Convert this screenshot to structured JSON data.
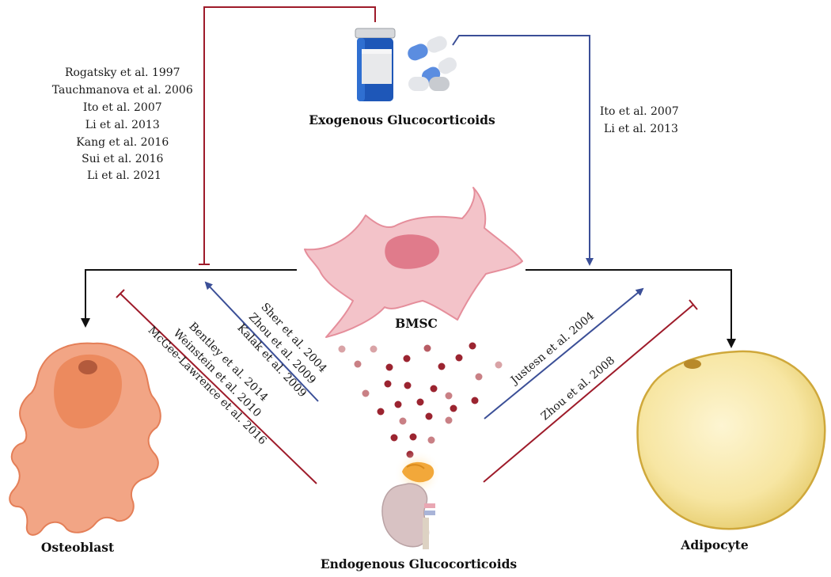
{
  "labels": {
    "exogenous": "Exogenous Glucocorticoids",
    "bmsc": "BMSC",
    "osteoblast": "Osteoblast",
    "adipocyte": "Adipocyte",
    "endogenous": "Endogenous Glucocorticoids"
  },
  "references": {
    "exo_to_osteoblast": [
      "Rogatsky et al. 1997",
      "Tauchmanova et al. 2006",
      "Ito et al. 2007",
      "Li et al. 2013",
      "Kang et al. 2016",
      "Sui et al. 2016",
      "Li et al. 2021"
    ],
    "exo_to_adipocyte": [
      "Ito et al. 2007",
      "Li et al. 2013"
    ],
    "endo_promote_osteoblast": [
      "Sher et al. 2004",
      "Zhou et al. 2009",
      "Kalak et al. 2009"
    ],
    "endo_inhibit_osteoblast": [
      "Bentley et al. 2014",
      "Weinstein et al. 2010",
      "McGee-Lawrence et al. 2016"
    ],
    "endo_promote_adipocyte": [
      "Justesn et al. 2004"
    ],
    "endo_inhibit_adipocyte": [
      "Zhou et al. 2008"
    ]
  },
  "colors": {
    "inhibit": "#9e1b2a",
    "promote": "#3b4f97",
    "differentiation": "#111111",
    "bmsc_cell": "#f3c3c9",
    "osteoblast_cell": "#f0a07e",
    "adipocyte_cell": "#f7e6a3",
    "glucocorticoid_dot": "#9b2430"
  },
  "icons": [
    "pill-bottle-icon",
    "capsule-icon",
    "bmsc-cell-icon",
    "osteoblast-cell-icon",
    "adipocyte-cell-icon",
    "kidney-adrenal-icon"
  ]
}
